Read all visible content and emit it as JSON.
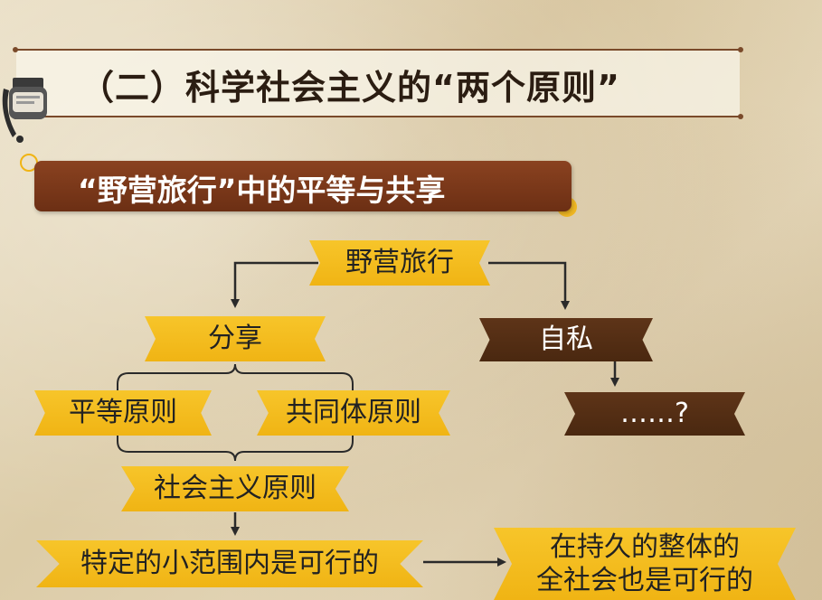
{
  "title": "（二）科学社会主义的“两个原则”",
  "subtitle": "“野营旅行”中的平等与共享",
  "nodes": {
    "camping": "野营旅行",
    "sharing": "分享",
    "selfish": "自私",
    "equality": "平等原则",
    "community": "共同体原则",
    "unknown": "……?",
    "socialism": "社会主义原则",
    "feasible_small": "特定的小范围内是可行的",
    "feasible_whole_line1": "在持久的整体的",
    "feasible_whole_line2": "全社会也是可行的"
  },
  "colors": {
    "gold": "#f4bd1e",
    "brown_node": "#4e2b12",
    "subtitle_bg": "#7a3a1a",
    "line": "#2a2a2a"
  },
  "icons": [
    "ink-bottle-icon",
    "decorative-circle"
  ]
}
